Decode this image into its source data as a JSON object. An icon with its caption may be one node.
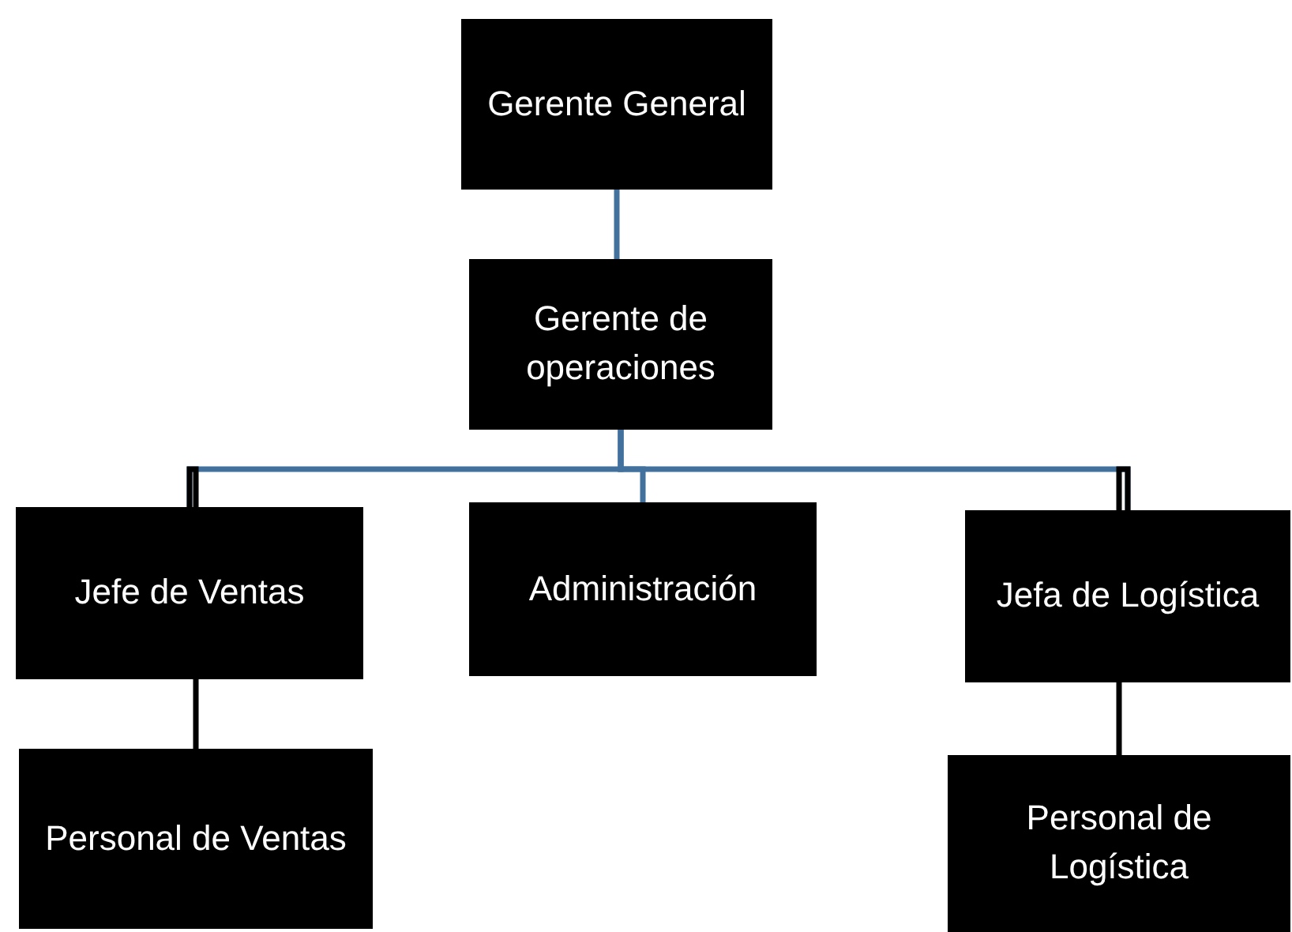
{
  "diagram": {
    "nodes": [
      {
        "text": [
          "Gerente General"
        ]
      },
      {
        "text": [
          "Gerente de operaciones"
        ]
      },
      {
        "text": [
          "Jefe de Ventas"
        ]
      },
      {
        "text": [
          "Administración"
        ]
      },
      {
        "text": [
          "Jefa de Logística"
        ]
      },
      {
        "text": [
          "Personal de Ventas"
        ]
      },
      {
        "text": [
          "Personal de Logística"
        ]
      }
    ],
    "edges": [
      {
        "from": 0,
        "to": 1,
        "arrow": "none"
      },
      {
        "from": 1,
        "to": 2,
        "arrow": "none"
      },
      {
        "from": 1,
        "to": 3,
        "arrow": "none"
      },
      {
        "from": 1,
        "to": 4,
        "arrow": "none"
      },
      {
        "from": 2,
        "to": 5,
        "arrow": "none",
        "color": "#000000"
      },
      {
        "from": 4,
        "to": 6,
        "arrow": "none",
        "color": "#000000"
      }
    ]
  }
}
